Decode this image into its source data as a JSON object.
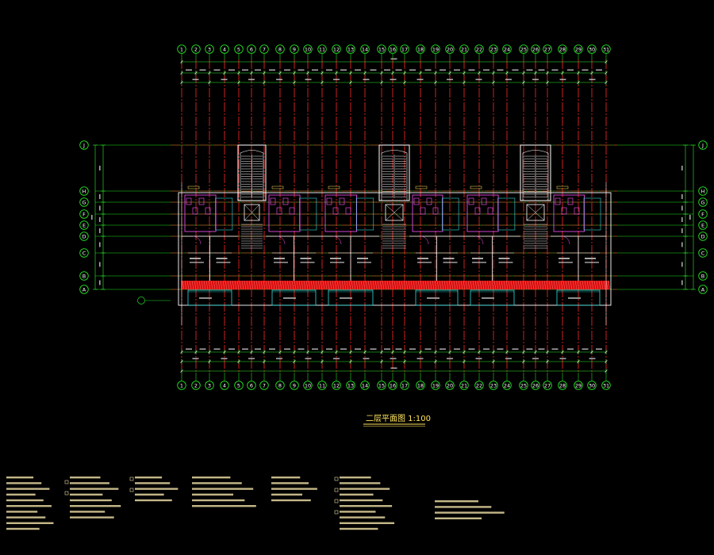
{
  "drawing": {
    "title": "二层平面图 1:100",
    "colors": {
      "background": "#000000",
      "axis_line": "#ff2a2a",
      "grid_bubble": "#22dd22",
      "wall": "#ffffff",
      "stair": "#ffffff",
      "dimension": "#33ee33",
      "room_pink": "#ff55ff",
      "balcony_cyan": "#33dddd",
      "slab_red": "#ff1111",
      "notes": "#e6d7a0",
      "title": "#ffe45c"
    },
    "column_axes": [
      "1",
      "2",
      "3",
      "4",
      "5",
      "6",
      "7",
      "8",
      "9",
      "10",
      "11",
      "12",
      "13",
      "14",
      "15",
      "16",
      "17",
      "18",
      "19",
      "20",
      "21",
      "22",
      "23",
      "24",
      "25",
      "26",
      "27",
      "28",
      "29",
      "30",
      "31"
    ],
    "row_axes": [
      "J",
      "H",
      "G",
      "F",
      "E",
      "D",
      "C",
      "B",
      "A"
    ],
    "stair_count": 3,
    "unit_count": 6
  }
}
